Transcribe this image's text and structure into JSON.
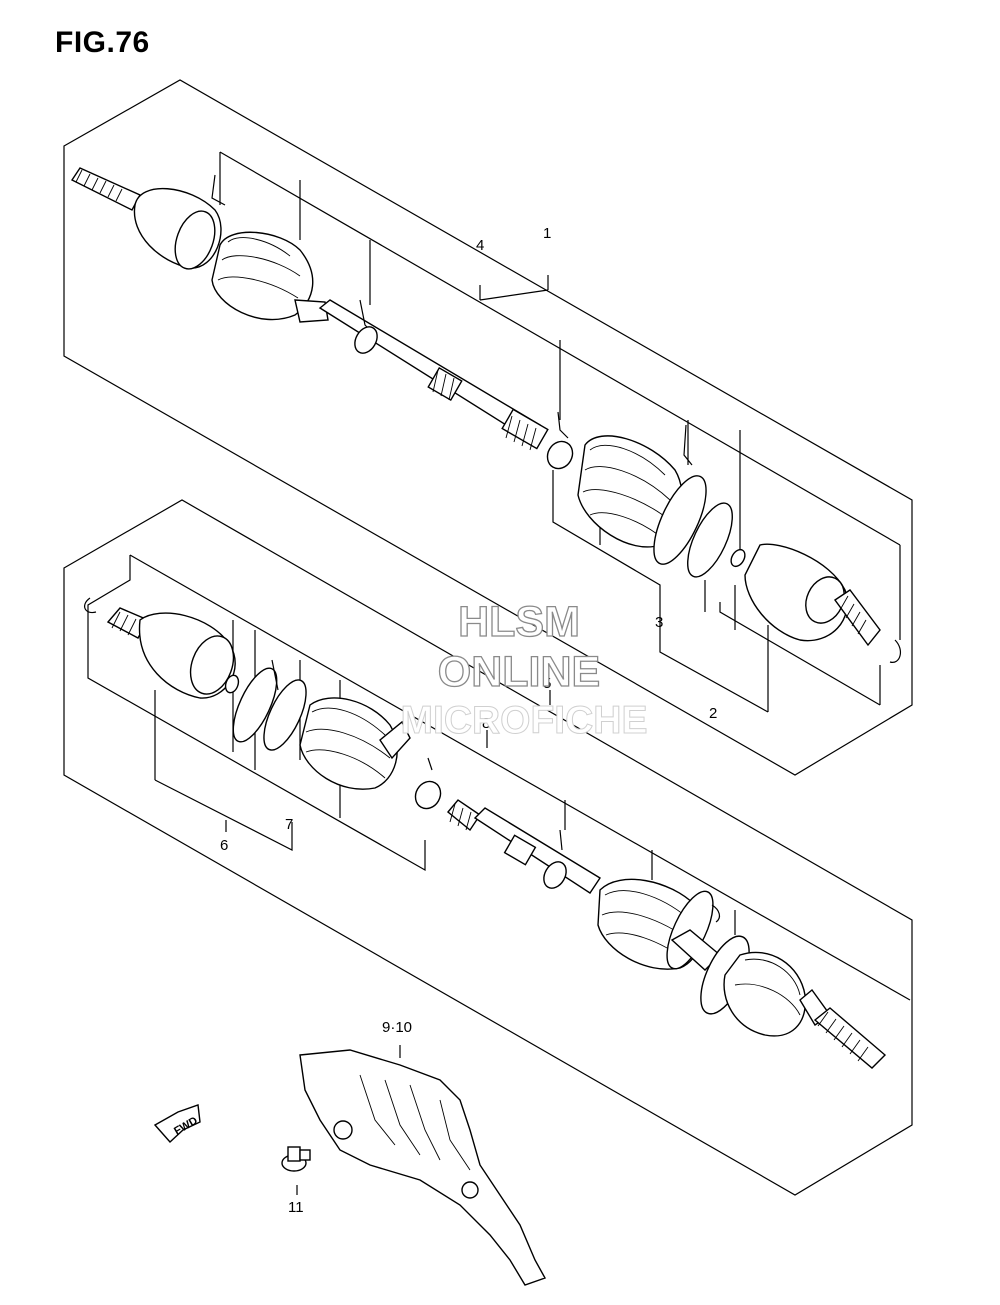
{
  "figure": {
    "title": "FIG.76"
  },
  "callouts": {
    "c1": "1",
    "c2": "2",
    "c3": "3",
    "c4": "4",
    "c5": "5",
    "c6": "6",
    "c7": "7",
    "c8": "8",
    "c9_10": "9·10",
    "c11": "11"
  },
  "fwd_label": "FWD",
  "watermark": {
    "line1": "HLSM",
    "line2": "ONLINE",
    "line3": "MICROFICHE"
  }
}
